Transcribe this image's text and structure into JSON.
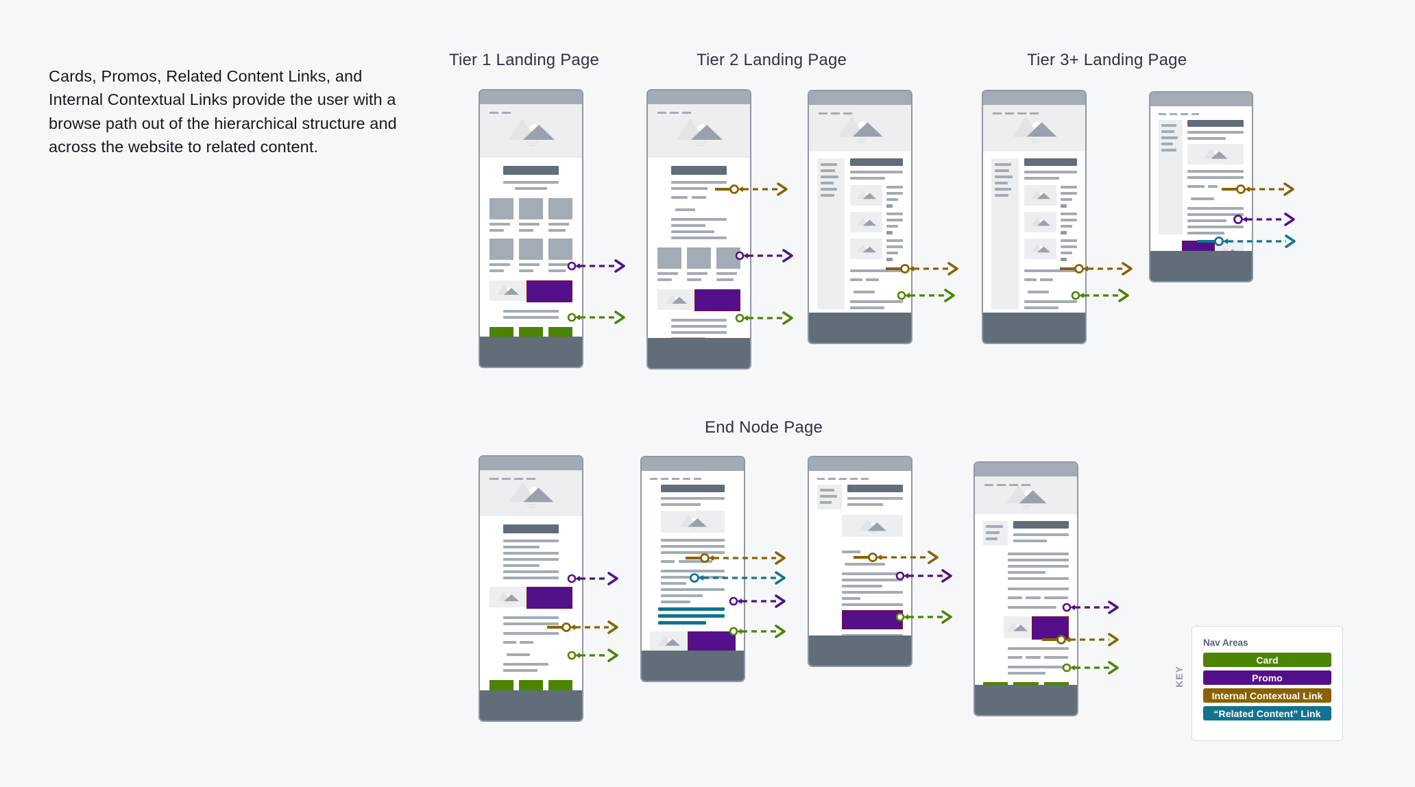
{
  "intro": {
    "paragraph": "Cards, Promos, Related Content Links, and Internal Contextual Links provide the user with a browse path out of the hierarchical structure and across the website to related content."
  },
  "sections": [
    {
      "id": "tier1",
      "title": "Tier 1 Landing Page"
    },
    {
      "id": "tier2",
      "title": "Tier 2 Landing Page"
    },
    {
      "id": "tier3",
      "title": "Tier 3+ Landing Page"
    },
    {
      "id": "endnode",
      "title": "End Node Page"
    }
  ],
  "key": {
    "label": "KEY",
    "heading": "Nav Areas",
    "items": [
      {
        "label": "Card",
        "color": "#4b8400"
      },
      {
        "label": "Promo",
        "color": "#53108a"
      },
      {
        "label": "Internal Contextual Link",
        "color": "#8a6100"
      },
      {
        "label": "“Related Content” Link",
        "color": "#11738f"
      }
    ]
  },
  "colors": {
    "background": "#f5f7f9",
    "card_green": "#4b8400",
    "promo_purple": "#53108a",
    "promo_border": "#7a1040",
    "internal_link_gold": "#8a6100",
    "related_link_teal": "#11738f",
    "phone_frame": "#8f98a3",
    "phone_notch": "#a3abb5",
    "phone_footer": "#616d78",
    "hero_fill": "#eceef0",
    "text_line": "#a3abb5",
    "title_bar": "#616d78",
    "heading_text": "#2c3445",
    "body_text": "#141821",
    "key_border": "#d6dae0",
    "key_heading": "#555f6b",
    "key_label": "#8f98a3"
  },
  "connectors": [
    {
      "id": "t1-promo",
      "type": "promo",
      "color": "#53108a",
      "page": "tier1-a"
    },
    {
      "id": "t1-card",
      "type": "card",
      "color": "#4b8400",
      "page": "tier1-a"
    },
    {
      "id": "t2a-link",
      "type": "internal",
      "color": "#8a6100",
      "page": "tier2-a"
    },
    {
      "id": "t2a-promo",
      "type": "promo",
      "color": "#53108a",
      "page": "tier2-a"
    },
    {
      "id": "t2a-card",
      "type": "card",
      "color": "#4b8400",
      "page": "tier2-a"
    },
    {
      "id": "t2b-link",
      "type": "internal",
      "color": "#8a6100",
      "page": "tier2-b"
    },
    {
      "id": "t2b-card",
      "type": "card",
      "color": "#4b8400",
      "page": "tier2-b"
    },
    {
      "id": "t3a-link",
      "type": "internal",
      "color": "#8a6100",
      "page": "tier3-a"
    },
    {
      "id": "t3a-card",
      "type": "card",
      "color": "#4b8400",
      "page": "tier3-a"
    },
    {
      "id": "t3b-link",
      "type": "internal",
      "color": "#8a6100",
      "page": "tier3-b"
    },
    {
      "id": "t3b-promo",
      "type": "promo",
      "color": "#53108a",
      "page": "tier3-b"
    },
    {
      "id": "t3b-rel",
      "type": "related",
      "color": "#11738f",
      "page": "tier3-b"
    },
    {
      "id": "en-a-promo",
      "type": "promo",
      "color": "#53108a",
      "page": "endnode-a"
    },
    {
      "id": "en-a-link",
      "type": "internal",
      "color": "#8a6100",
      "page": "endnode-a"
    },
    {
      "id": "en-a-card",
      "type": "card",
      "color": "#4b8400",
      "page": "endnode-a"
    },
    {
      "id": "en-b-link",
      "type": "internal",
      "color": "#8a6100",
      "page": "endnode-b"
    },
    {
      "id": "en-b-rel",
      "type": "related",
      "color": "#11738f",
      "page": "endnode-b"
    },
    {
      "id": "en-b-promo",
      "type": "promo",
      "color": "#53108a",
      "page": "endnode-b"
    },
    {
      "id": "en-b-card",
      "type": "card",
      "color": "#4b8400",
      "page": "endnode-b"
    },
    {
      "id": "en-c-link",
      "type": "internal",
      "color": "#8a6100",
      "page": "endnode-c"
    },
    {
      "id": "en-c-promo",
      "type": "promo",
      "color": "#53108a",
      "page": "endnode-c"
    },
    {
      "id": "en-c-card",
      "type": "card",
      "color": "#4b8400",
      "page": "endnode-c"
    },
    {
      "id": "en-d-promo",
      "type": "promo",
      "color": "#53108a",
      "page": "endnode-d"
    },
    {
      "id": "en-d-link",
      "type": "internal",
      "color": "#8a6100",
      "page": "endnode-d"
    },
    {
      "id": "en-d-card",
      "type": "card",
      "color": "#4b8400",
      "page": "endnode-d"
    }
  ],
  "pages": [
    {
      "id": "tier1-a",
      "section": "Tier 1 Landing Page",
      "has_hero": true,
      "has_sidebar": false,
      "blocks": [
        "title",
        "text",
        "card-grid",
        "card-grid",
        "promo",
        "text",
        "cards"
      ]
    },
    {
      "id": "tier2-a",
      "section": "Tier 2 Landing Page",
      "has_hero": true,
      "has_sidebar": false,
      "blocks": [
        "title",
        "text",
        "card-grid",
        "promo",
        "text",
        "cards"
      ]
    },
    {
      "id": "tier2-b",
      "section": "Tier 2 Landing Page",
      "has_hero": true,
      "has_sidebar": true,
      "blocks": [
        "title",
        "text",
        "list",
        "list",
        "list",
        "text",
        "cards"
      ]
    },
    {
      "id": "tier3-a",
      "section": "Tier 3+ Landing Page",
      "has_hero": true,
      "has_sidebar": true,
      "blocks": [
        "title",
        "text",
        "list",
        "list",
        "list",
        "text",
        "cards"
      ]
    },
    {
      "id": "tier3-b",
      "section": "Tier 3+ Landing Page",
      "has_hero": false,
      "has_sidebar": true,
      "blocks": [
        "title",
        "text",
        "image",
        "text",
        "promo",
        "related"
      ]
    },
    {
      "id": "endnode-a",
      "section": "End Node Page",
      "has_hero": true,
      "has_sidebar": false,
      "blocks": [
        "title",
        "text",
        "promo",
        "text",
        "text",
        "cards"
      ]
    },
    {
      "id": "endnode-b",
      "section": "End Node Page",
      "has_hero": false,
      "has_sidebar": false,
      "blocks": [
        "title",
        "text",
        "image",
        "text",
        "related",
        "promo",
        "cards"
      ]
    },
    {
      "id": "endnode-c",
      "section": "End Node Page",
      "has_hero": false,
      "has_sidebar": true,
      "blocks": [
        "title",
        "text",
        "image",
        "text",
        "promo-wide",
        "text",
        "cards"
      ]
    },
    {
      "id": "endnode-d",
      "section": "End Node Page",
      "has_hero": true,
      "has_sidebar": true,
      "blocks": [
        "title",
        "text",
        "text",
        "text",
        "promo",
        "text",
        "cards"
      ]
    }
  ]
}
